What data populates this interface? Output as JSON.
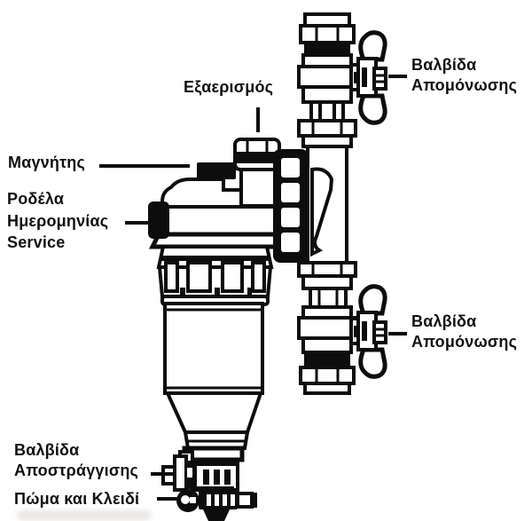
{
  "figure": {
    "kind": "technical-line-diagram",
    "colors": {
      "line": "#0d0d0d",
      "background": "#ffffff",
      "text": "#101010"
    },
    "labels": {
      "air_vent": {
        "lines": [
          "Εξαερισμός"
        ]
      },
      "isolation_valve_top": {
        "lines": [
          "Βαλβίδα",
          "Απομόνωσης"
        ]
      },
      "magnet": {
        "lines": [
          "Μαγνήτης"
        ]
      },
      "service_date_washer": {
        "lines": [
          "Ροδέλα",
          "Ημερομηνίας",
          "Service"
        ]
      },
      "isolation_valve_bottom": {
        "lines": [
          "Βαλβίδα",
          "Απομόνωσης"
        ]
      },
      "drain_valve": {
        "lines": [
          "Βαλβίδα",
          "Αποστράγγισης"
        ]
      },
      "cap_and_key": {
        "lines": [
          "Πώμα και Κλειδί"
        ]
      }
    }
  }
}
